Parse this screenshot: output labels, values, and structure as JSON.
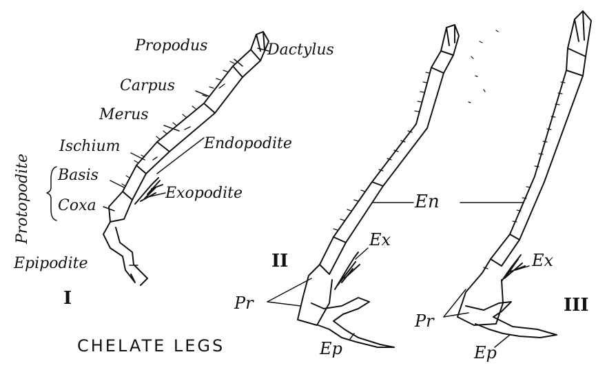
{
  "figure": {
    "caption": "CHELATE LEGS",
    "ink_color": "#111111",
    "background": "#ffffff"
  },
  "leg_one": {
    "numeral": "I",
    "labels": {
      "propodus": "Propodus",
      "dactylus": "Dactylus",
      "carpus": "Carpus",
      "merus": "Merus",
      "ischium": "Ischium",
      "endopodite": "Endopodite",
      "basis": "Basis",
      "coxa": "Coxa",
      "exopodite": "Exopodite",
      "protopodite": "Protopodite",
      "epipodite": "Epipodite"
    }
  },
  "leg_two": {
    "numeral": "II",
    "labels": {
      "ex": "Ex",
      "pr": "Pr",
      "ep": "Ep"
    }
  },
  "leg_three": {
    "numeral": "III",
    "labels": {
      "ex": "Ex",
      "ep": "Ep",
      "pr": "Pr"
    }
  },
  "shared": {
    "en": "En"
  }
}
